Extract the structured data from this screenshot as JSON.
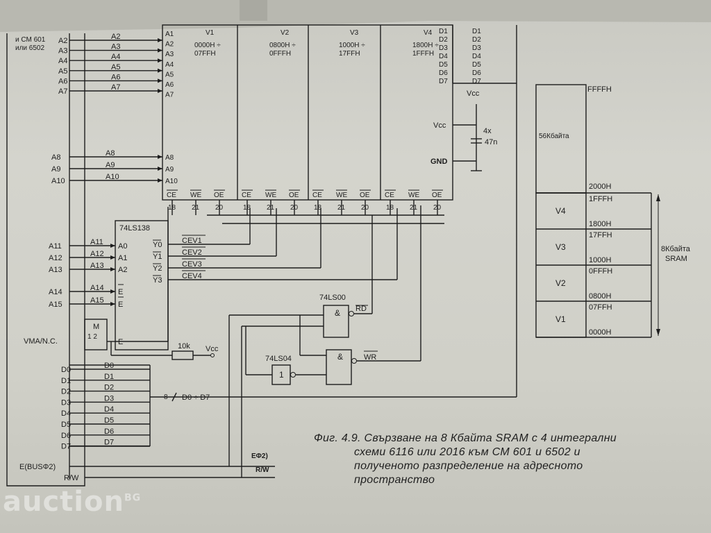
{
  "cpu": {
    "title_lines": [
      "и СМ 601",
      "или 6502"
    ],
    "address_pins": [
      "A2",
      "A3",
      "A4",
      "A5",
      "A6",
      "A7"
    ],
    "address_pins_hi": [
      "A8",
      "A9",
      "A10"
    ],
    "decoder_pins": [
      "A11",
      "A12",
      "A13",
      "A14",
      "A15"
    ],
    "vma": "VMA/N.C.",
    "data_pins": [
      "D0",
      "D1",
      "D2",
      "D3",
      "D4",
      "D5",
      "D6",
      "D7"
    ],
    "e_pin": "E(BUSΦ2)",
    "rw_pin": "R/W"
  },
  "address_bus_labels": [
    "A2",
    "A3",
    "A4",
    "A5",
    "A6",
    "A7"
  ],
  "address_bus_labels_hi": [
    "A8",
    "A9",
    "A10"
  ],
  "memory": {
    "chips": [
      {
        "name": "V1",
        "range": [
          "0000H ÷",
          "07FFH"
        ]
      },
      {
        "name": "V2",
        "range": [
          "0800H ÷",
          "0FFFH"
        ]
      },
      {
        "name": "V3",
        "range": [
          "1000H ÷",
          "17FFH"
        ]
      },
      {
        "name": "V4",
        "range": [
          "1800H ÷",
          "1FFFH"
        ]
      }
    ],
    "addr_pins": [
      "A1",
      "A2",
      "A3",
      "A4",
      "A5",
      "A6",
      "A7"
    ],
    "addr_pins_hi": [
      "A8",
      "A9",
      "A10"
    ],
    "data_pins": [
      "D1",
      "D2",
      "D3",
      "D4",
      "D5",
      "D6",
      "D7"
    ],
    "ctrl_pins": [
      "CE",
      "WE",
      "OE"
    ],
    "ctrl_pin_numbers": [
      "18",
      "21",
      "20"
    ],
    "vcc": "Vcc",
    "gnd": "GND",
    "cap_count": "4x",
    "cap_value": "47n"
  },
  "decoder": {
    "name": "74LS138",
    "inputs": [
      "A0",
      "A1",
      "A2",
      "E",
      "E",
      "E"
    ],
    "input_labels": [
      "A11",
      "A12",
      "A13",
      "A14",
      "A15"
    ],
    "outputs": [
      "Y0",
      "Y1",
      "Y2",
      "Y3"
    ],
    "output_signals": [
      "CEV1",
      "CEV2",
      "CEV3",
      "CEV4"
    ]
  },
  "jumper": {
    "name": "M",
    "pins": "1 2"
  },
  "resistor": {
    "value": "10k",
    "vcc": "Vcc"
  },
  "gates": {
    "nand_name": "74LS00",
    "inv_name": "74LS04",
    "nand_symbol": "&",
    "inv_symbol": "1",
    "rd": "RD",
    "wr": "WR"
  },
  "data_bus": {
    "labels": [
      "D0",
      "D1",
      "D2",
      "D3",
      "D4",
      "D5",
      "D6",
      "D7"
    ],
    "bus_width": "8",
    "bus_label": "D0 ÷ D7",
    "e_label": "EΦ2)",
    "rw_label": "R/W"
  },
  "memory_map": {
    "top": "FFFFH",
    "free_label": "56Кбайта",
    "boundary": "2000H",
    "blocks": [
      {
        "name": "V4",
        "hi": "1FFFH",
        "lo": "1800H"
      },
      {
        "name": "V3",
        "hi": "17FFH",
        "lo": "1000H"
      },
      {
        "name": "V2",
        "hi": "0FFFH",
        "lo": "0800H"
      },
      {
        "name": "V1",
        "hi": "07FFH",
        "lo": "0000H"
      }
    ],
    "size_label": [
      "8Кбайта",
      "SRAM"
    ]
  },
  "caption": {
    "lines": [
      "Фиг. 4.9. Свързване на 8 Кбайта SRAM с 4 интегрални",
      "схеми 6116 или 2016 към СМ 601 и 6502 и",
      "полученото разпределение на адресното",
      "пространство"
    ]
  },
  "watermark": {
    "text": "auction",
    "suffix": "BG"
  }
}
